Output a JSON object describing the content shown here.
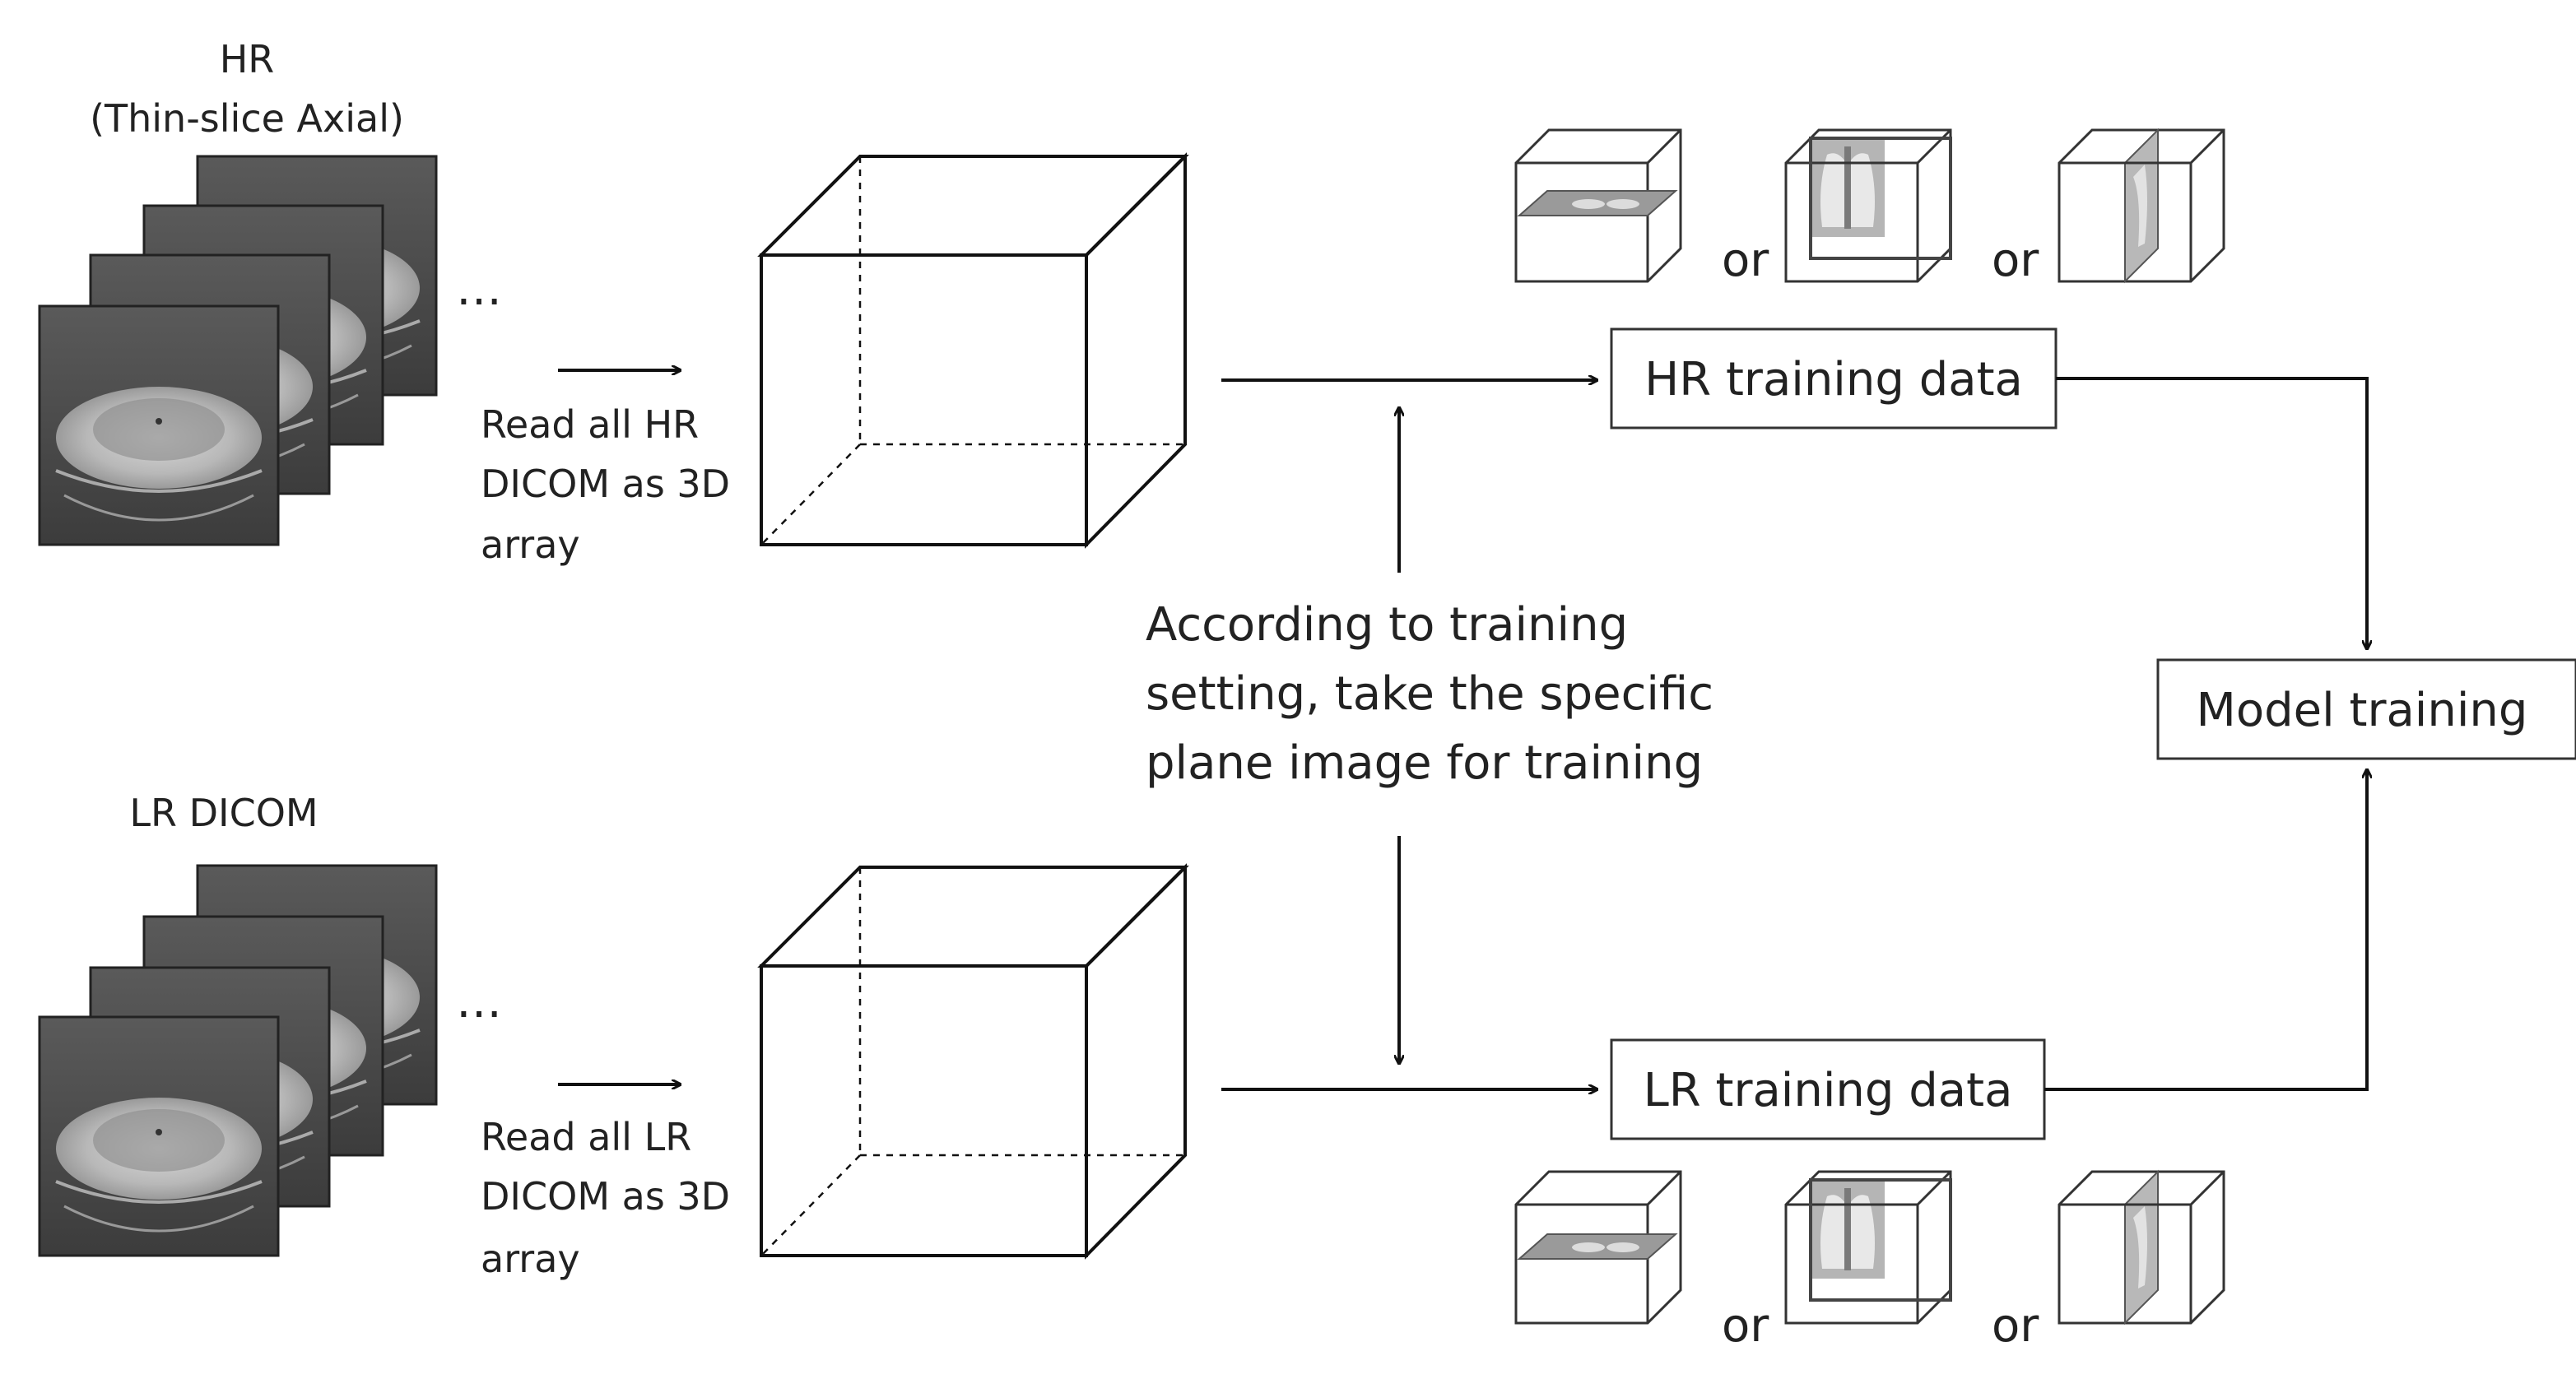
{
  "hr_stack": {
    "title_line1": "HR",
    "title_line2": "(Thin-slice Axial)",
    "ellipsis": "…",
    "read_label": [
      "Read all HR",
      "DICOM as 3D",
      "array"
    ]
  },
  "lr_stack": {
    "title": "LR DICOM",
    "ellipsis": "…",
    "read_label": [
      "Read all LR",
      "DICOM as 3D",
      "array"
    ]
  },
  "center_note": [
    "According to training",
    "setting, take the specific",
    "plane image for training"
  ],
  "hr_training_box": "HR training data",
  "lr_training_box": "LR training data",
  "model_training_box": "Model training",
  "plane_options": {
    "top_or": [
      "or",
      "or"
    ],
    "bottom_or": [
      "or",
      "or"
    ]
  }
}
